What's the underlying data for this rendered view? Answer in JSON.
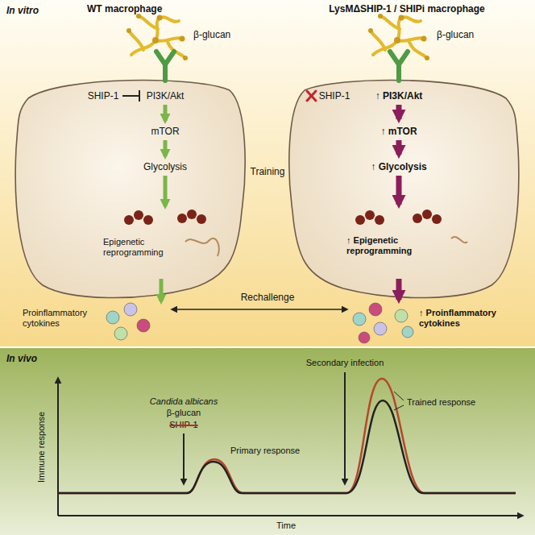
{
  "diagram": {
    "nodes": [
      {
        "text": [
          "In vitro"
        ]
      },
      {
        "text": [
          "SHIP-1",
          "PI3K/Akt",
          "mTOR",
          "Glycolysis"
        ],
        "in": 0
      },
      {
        "text": [
          "Epigenetic reprogramming"
        ],
        "in": 1
      },
      {
        "text": [
          "SHIP-1",
          "↑ PI3K/Akt",
          "↑ mTOR",
          "↑ Glycolysis"
        ],
        "in": 0
      },
      {
        "text": [
          "↑ Epigenetic reprogramming"
        ],
        "in": 3
      },
      {
        "text": [
          "In vivo"
        ]
      }
    ],
    "labels": [
      "WT macrophage",
      "LysMΔSHIP-1 / SHIPi macrophage",
      "β-glucan",
      "β-glucan",
      "Training",
      "Rechallenge",
      "Proinflammatory cytokines",
      "↑ Proinflammatory cytokines",
      "Candida albicans",
      "β-glucan",
      "SHIP-1",
      "Primary response",
      "Secondary infection",
      "Immune response",
      "Trained response",
      "Time"
    ]
  }
}
